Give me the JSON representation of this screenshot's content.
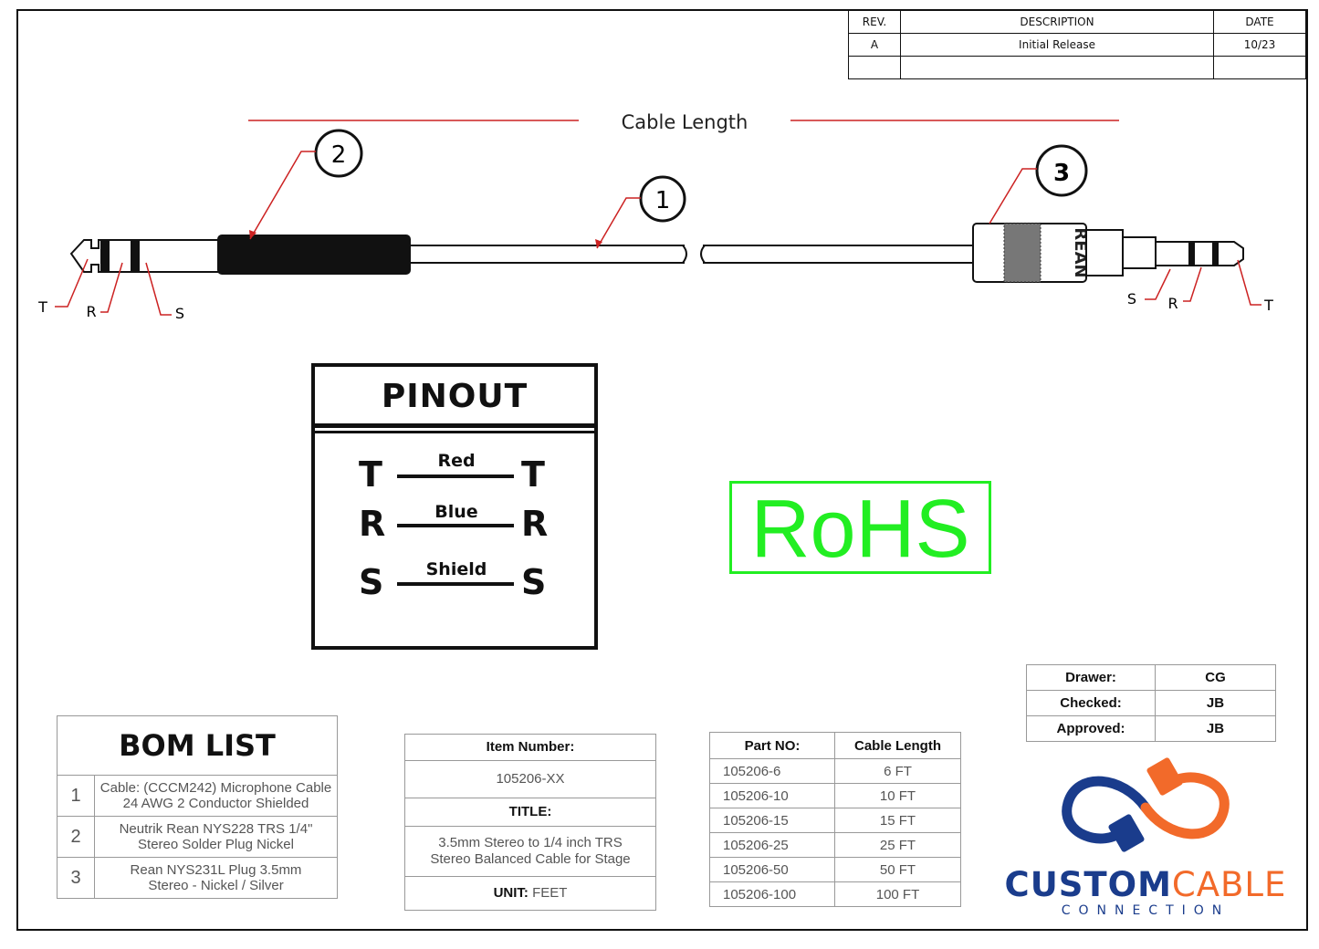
{
  "revision_table": {
    "headers": [
      "REV.",
      "DESCRIPTION",
      "DATE"
    ],
    "rows": [
      [
        "A",
        "Initial Release",
        "10/23"
      ],
      [
        "",
        "",
        ""
      ]
    ]
  },
  "cable_drawing": {
    "length_label": "Cable Length",
    "callouts": [
      "1",
      "2",
      "3"
    ],
    "left_plug_tags": [
      "T",
      "R",
      "S"
    ],
    "right_plug_tags": [
      "S",
      "R",
      "T"
    ],
    "right_plug_brand": "REAN"
  },
  "pinout": {
    "title": "PINOUT",
    "rows": [
      {
        "left": "T",
        "wire": "Red",
        "right": "T"
      },
      {
        "left": "R",
        "wire": "Blue",
        "right": "R"
      },
      {
        "left": "S",
        "wire": "Shield",
        "right": "S"
      }
    ]
  },
  "rohs": {
    "label": "RoHS",
    "color": "#22ee22"
  },
  "bom": {
    "title": "BOM LIST",
    "items": [
      {
        "num": "1",
        "line1": "Cable: (CCCM242) Microphone Cable",
        "line2": "24 AWG 2 Conductor Shielded"
      },
      {
        "num": "2",
        "line1": "Neutrik Rean NYS228 TRS 1/4\"",
        "line2": "Stereo Solder Plug Nickel"
      },
      {
        "num": "3",
        "line1": "Rean NYS231L Plug 3.5mm",
        "line2": "Stereo - Nickel / Silver"
      }
    ]
  },
  "item_block": {
    "item_number_label": "Item Number:",
    "item_number": "105206-XX",
    "title_label": "TITLE:",
    "title_line1": "3.5mm Stereo to 1/4 inch TRS",
    "title_line2": "Stereo Balanced Cable for Stage",
    "unit_label": "UNIT:",
    "unit_value": "FEET"
  },
  "parts_table": {
    "headers": [
      "Part NO:",
      "Cable Length"
    ],
    "rows": [
      [
        "105206-6",
        "6 FT"
      ],
      [
        "105206-10",
        "10 FT"
      ],
      [
        "105206-15",
        "15 FT"
      ],
      [
        "105206-25",
        "25 FT"
      ],
      [
        "105206-50",
        "50 FT"
      ],
      [
        "105206-100",
        "100 FT"
      ]
    ]
  },
  "signoff": {
    "rows": [
      {
        "label": "Drawer:",
        "value": "CG"
      },
      {
        "label": "Checked:",
        "value": "JB"
      },
      {
        "label": "Approved:",
        "value": "JB"
      }
    ]
  },
  "logo": {
    "word_left": "CUSTOM",
    "word_right": "CABLE",
    "sub": "CONNECTION",
    "colors": {
      "blue": "#1a3c8c",
      "orange": "#f26a2a"
    }
  },
  "colors": {
    "accent_line": "#cc2222",
    "frame": "#111111"
  }
}
